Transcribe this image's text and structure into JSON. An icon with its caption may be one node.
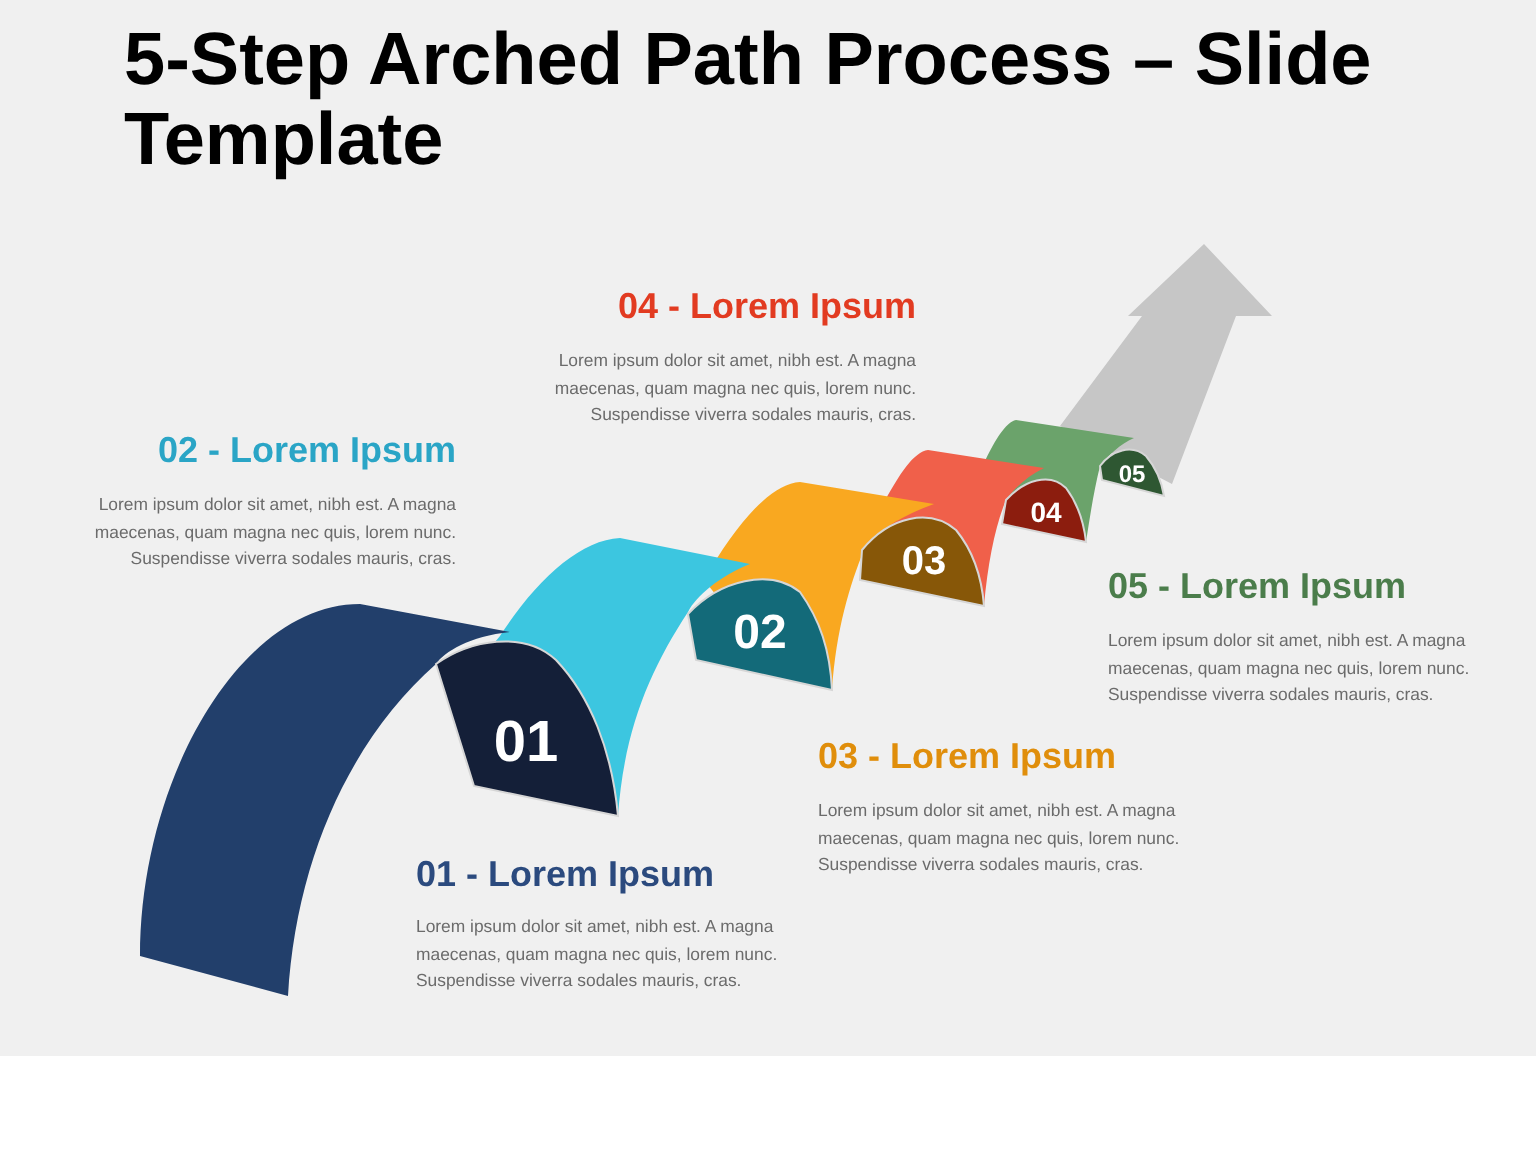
{
  "diagram": {
    "title": "5-Step Arched Path Process – Slide Template",
    "nodes": [
      {
        "text": [
          "01"
        ],
        "beside": [
          "01 - Lorem Ipsum",
          "Lorem ipsum dolor sit amet, nibh est. A magna maecenas, quam magna nec quis, lorem nunc. Suspendisse viverra sodales mauris, cras."
        ]
      },
      {
        "text": [
          "02"
        ],
        "beside": [
          "02 - Lorem Ipsum",
          "Lorem ipsum dolor sit amet, nibh est. A magna maecenas, quam magna nec quis, lorem nunc. Suspendisse viverra sodales mauris, cras."
        ]
      },
      {
        "text": [
          "03"
        ],
        "beside": [
          "03 - Lorem Ipsum",
          "Lorem ipsum dolor sit amet, nibh est. A magna maecenas, quam magna nec quis, lorem nunc. Suspendisse viverra sodales mauris, cras."
        ]
      },
      {
        "text": [
          "04"
        ],
        "beside": [
          "04 - Lorem Ipsum",
          "Lorem ipsum dolor sit amet, nibh est. A magna maecenas, quam magna nec quis, lorem nunc. Suspendisse viverra sodales mauris, cras."
        ]
      },
      {
        "text": [
          "05"
        ],
        "beside": [
          "05 - Lorem Ipsum",
          "Lorem ipsum dolor sit amet, nibh est. A magna maecenas, quam magna nec quis, lorem nunc. Suspendisse viverra sodales mauris, cras."
        ]
      }
    ]
  }
}
